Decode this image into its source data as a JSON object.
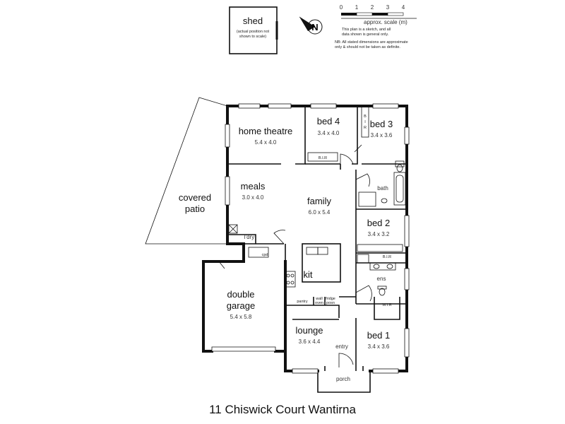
{
  "title": "11 Chiswick Court Wantirna",
  "scale": {
    "ticks": [
      "0",
      "1",
      "2",
      "3",
      "4"
    ],
    "label": "approx. scale (m)",
    "note1": "This plan is a sketch, and all",
    "note2": "data shown is general only.",
    "note3": "NB: All stated dimensions are approximate",
    "note4": "only & should not be taken as definite."
  },
  "compass": {
    "letter": "N"
  },
  "shed": {
    "name": "shed",
    "note1": "(actual position not",
    "note2": "shown to scale)"
  },
  "rooms": {
    "home_theatre": {
      "name": "home theatre",
      "size": "5.4 x 4.0"
    },
    "bed4": {
      "name": "bed 4",
      "size": "3.4 x 4.0"
    },
    "bed3": {
      "name": "bed 3",
      "size": "3.4 x 3.6"
    },
    "meals": {
      "name": "meals",
      "size": "3.0 x 4.0"
    },
    "family": {
      "name": "family",
      "size": "6.0 x 5.4"
    },
    "bath": {
      "name": "bath"
    },
    "bed2": {
      "name": "bed 2",
      "size": "3.4 x 3.2"
    },
    "covered_patio": {
      "line1": "covered",
      "line2": "patio"
    },
    "ldry": {
      "name": "l'dry"
    },
    "cpd": {
      "name": "cpd"
    },
    "kit": {
      "name": "kit"
    },
    "ens": {
      "name": "ens"
    },
    "wir": {
      "name": "W.I.R"
    },
    "double_garage": {
      "line1": "double",
      "line2": "garage",
      "size": "5.4 x 5.8"
    },
    "pantry": {
      "name": "pantry"
    },
    "wall_oven_1": "wall",
    "wall_oven_2": "oven",
    "fridge_posn_1": "fridge",
    "fridge_posn_2": "posn",
    "lounge": {
      "name": "lounge",
      "size": "3.6 x 4.4"
    },
    "bed1": {
      "name": "bed 1",
      "size": "3.4 x 3.6"
    },
    "entry": {
      "name": "entry"
    },
    "porch": {
      "name": "porch"
    },
    "bir_bed4": "B.I.R",
    "bir_bed2": "B.I.R",
    "bir_v1": "B",
    "bir_v2": "I",
    "bir_v3": "R"
  }
}
